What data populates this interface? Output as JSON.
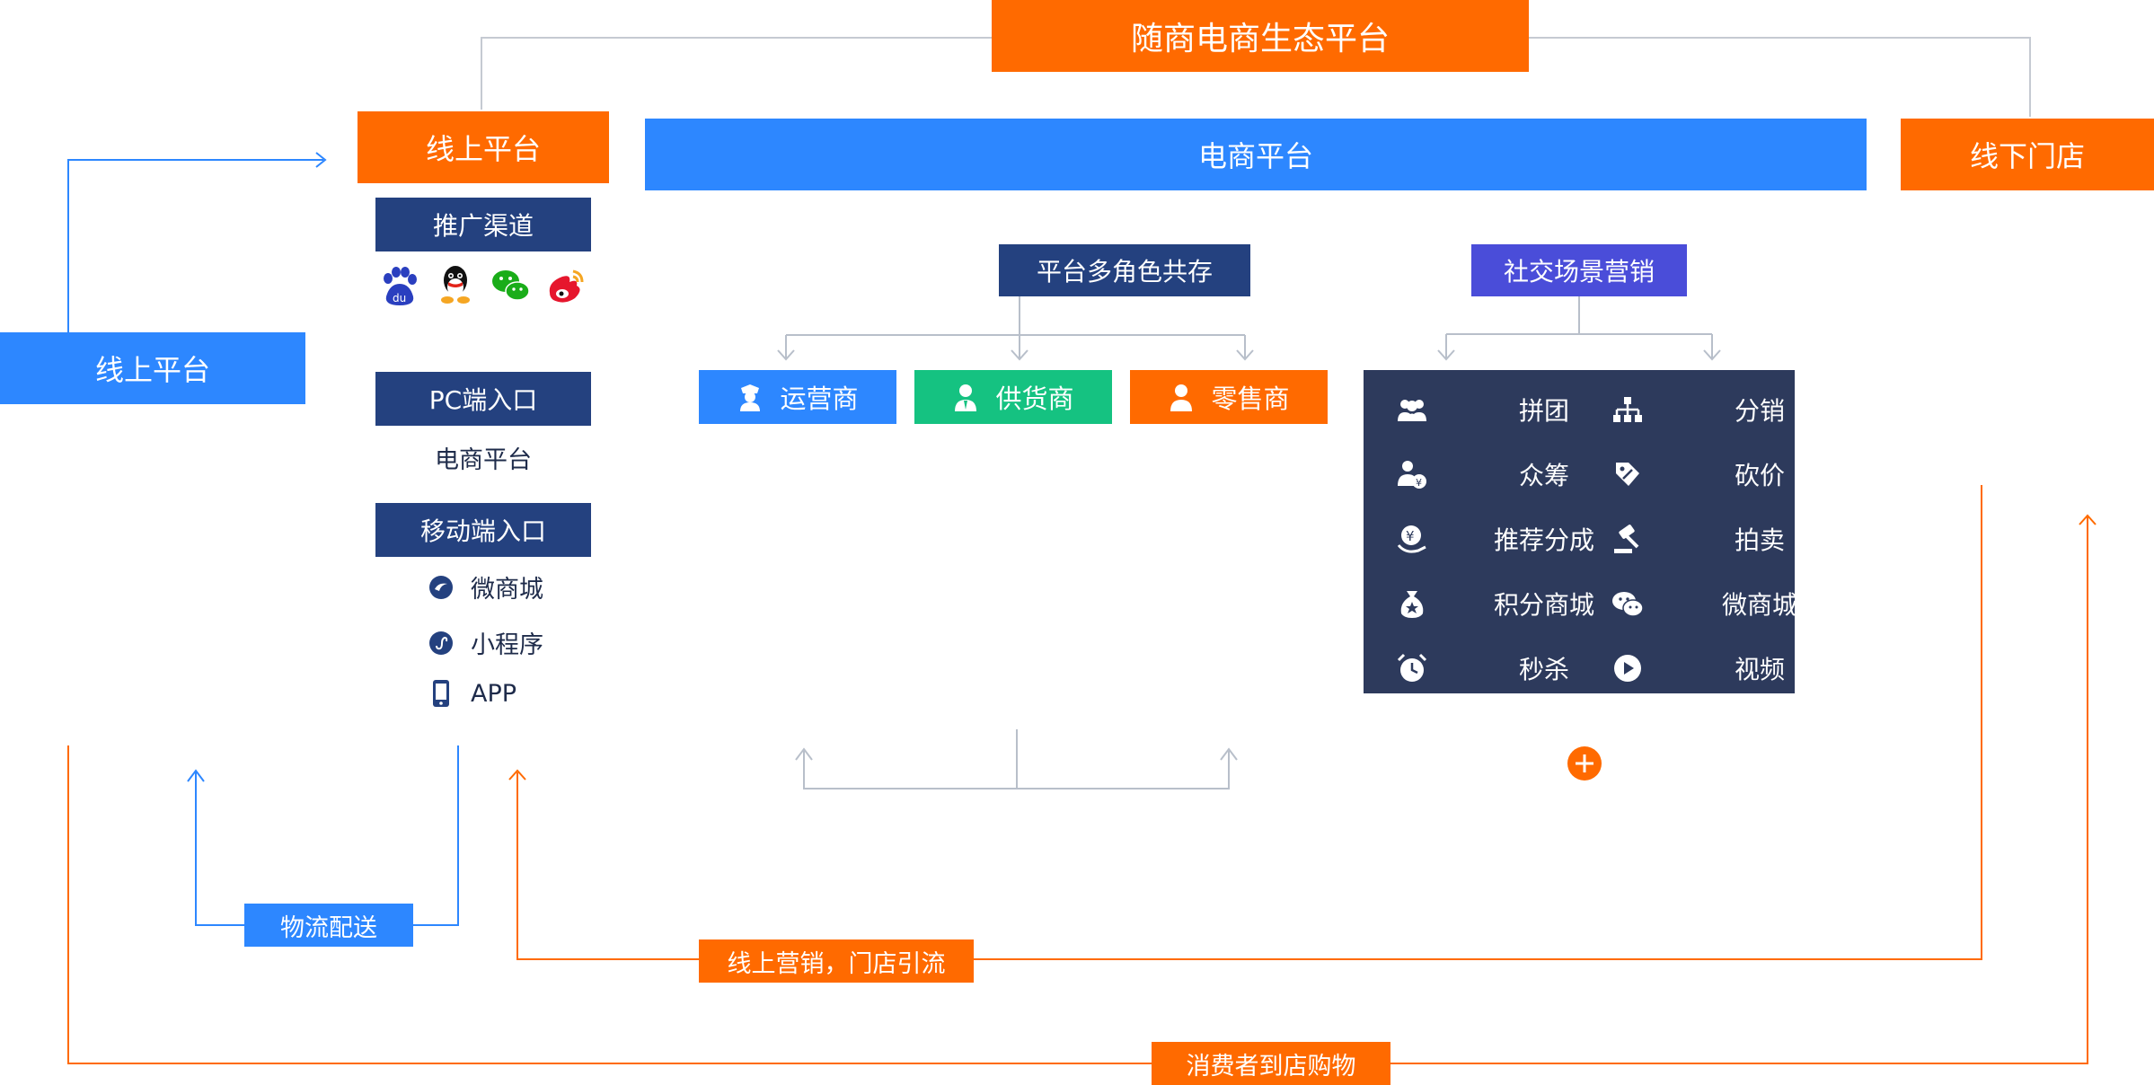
{
  "top_title": "随商电商生态平台",
  "online_platform_header": "线上平台",
  "ecommerce_platform_header": "电商平台",
  "offline_store_header": "线下门店",
  "left_online_platform": "线上平台",
  "promotion_channels": {
    "title": "推广渠道",
    "icons": [
      "baidu-icon",
      "qq-icon",
      "wechat-icon",
      "weibo-icon"
    ]
  },
  "pc_entry": {
    "title": "PC端入口",
    "item": "电商平台"
  },
  "mobile_entry": {
    "title": "移动端入口",
    "items": [
      {
        "label": "微商城",
        "icon": "weishop-icon"
      },
      {
        "label": "小程序",
        "icon": "miniprogram-icon"
      },
      {
        "label": "APP",
        "icon": "phone-app-icon"
      }
    ]
  },
  "multi_role": {
    "title": "平台多角色共存",
    "roles": [
      {
        "label": "运营商",
        "icon": "operator-icon",
        "color": "#2d87ff"
      },
      {
        "label": "供货商",
        "icon": "supplier-icon",
        "color": "#15c281"
      },
      {
        "label": "零售商",
        "icon": "retailer-icon",
        "color": "#ff6a00"
      }
    ]
  },
  "social_marketing": {
    "title": "社交场景营销",
    "items": [
      {
        "label": "拼团",
        "icon": "group-buy-icon"
      },
      {
        "label": "分销",
        "icon": "distribution-icon"
      },
      {
        "label": "众筹",
        "icon": "crowdfunding-icon"
      },
      {
        "label": "砍价",
        "icon": "bargain-icon"
      },
      {
        "label": "推荐分成",
        "icon": "referral-icon"
      },
      {
        "label": "拍卖",
        "icon": "auction-icon"
      },
      {
        "label": "积分商城",
        "icon": "points-mall-icon"
      },
      {
        "label": "微商城",
        "icon": "wechat-mall-icon"
      },
      {
        "label": "秒杀",
        "icon": "flash-sale-icon"
      },
      {
        "label": "视频",
        "icon": "video-icon"
      }
    ]
  },
  "logistics": "物流配送",
  "online_marketing": "线上营销，门店引流",
  "consumer_to_store": "消费者到店购物",
  "colors": {
    "orange": "#ff6a00",
    "blue": "#2d87ff",
    "navy": "#24417f",
    "purple": "#4a4dd9",
    "green": "#15c281",
    "dark_panel": "#2d3a5c",
    "connector_gray": "#b8bfca"
  }
}
